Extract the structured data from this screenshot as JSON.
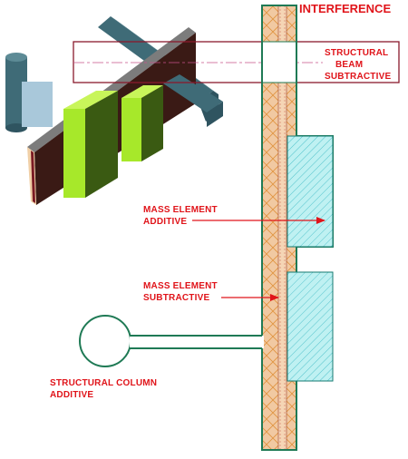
{
  "diagram": {
    "colors": {
      "label": "#e0141a",
      "wall_outline": "#1f7a55",
      "wall_fill": "#f1c9a2",
      "wall_hatch": "#e0933e",
      "mass_fill": "#bff1f2",
      "mass_outline": "#157a70",
      "mass_hatch": "#39b7c3",
      "beam_outline": "#8a1a2c",
      "column_fill": "#3f6b77",
      "lime": "#a7e82a"
    },
    "labels": {
      "interference": "INTERFERENCE",
      "structural_beam_line1": "STRUCTURAL",
      "structural_beam_line2": "BEAM",
      "structural_beam_line3": "SUBTRACTIVE",
      "mass_additive_line1": "MASS ELEMENT",
      "mass_additive_line2": "ADDITIVE",
      "mass_subtractive_line1": "MASS ELEMENT",
      "mass_subtractive_line2": "SUBTRACTIVE",
      "column_line1": "STRUCTURAL COLUMN",
      "column_line2": "ADDITIVE"
    }
  }
}
